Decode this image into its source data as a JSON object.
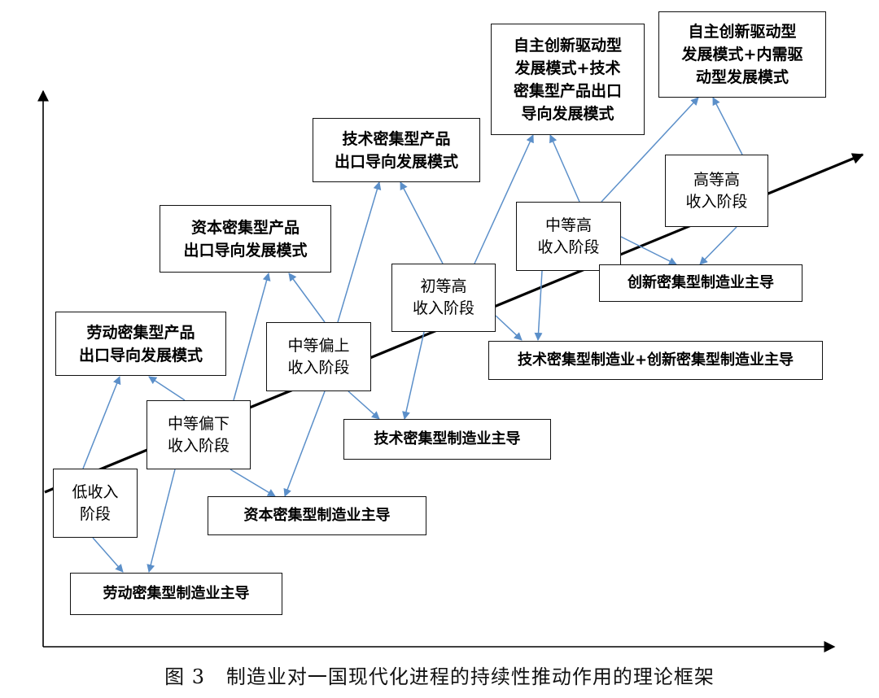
{
  "caption": "图 3   制造业对一国现代化进程的持续性推动作用的理论框架",
  "colors": {
    "arrow": "#5b8fc9",
    "axis": "#000000",
    "box_border": "#111111"
  },
  "stages": {
    "low": "低收入\n阶段",
    "lower_middle": "中等偏下\n收入阶段",
    "upper_middle": "中等偏上\n收入阶段",
    "initial_high": "初等高\n收入阶段",
    "middle_high": "中等高\n收入阶段",
    "high_high": "高等高\n收入阶段"
  },
  "modes": {
    "labor_export": "劳动密集型产品\n出口导向发展模式",
    "capital_export": "资本密集型产品\n出口导向发展模式",
    "tech_export": "技术密集型产品\n出口导向发展模式",
    "innovation_tech": "自主创新驱动型\n发展模式+技术\n密集型产品出口\n导向发展模式",
    "innovation_domestic": "自主创新驱动型\n发展模式+内需驱\n动型发展模式"
  },
  "industries": {
    "labor": "劳动密集型制造业主导",
    "capital": "资本密集型制造业主导",
    "tech": "技术密集型制造业主导",
    "tech_innovation": "技术密集型制造业+创新密集型制造业主导",
    "innovation": "创新密集型制造业主导"
  }
}
